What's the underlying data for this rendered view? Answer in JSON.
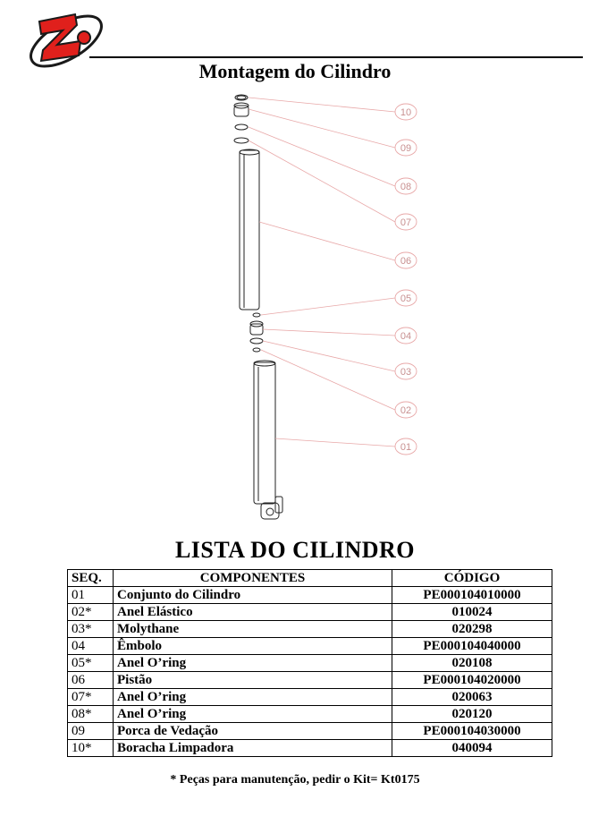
{
  "header": {
    "logo_icon": "brand-logo-icon",
    "title": "Montagem do Cilindro"
  },
  "callouts": [
    "10",
    "09",
    "08",
    "07",
    "06",
    "05",
    "04",
    "03",
    "02",
    "01"
  ],
  "list": {
    "title": "LISTA DO CILINDRO",
    "columns": {
      "seq": "SEQ.",
      "component": "COMPONENTES",
      "code": "CÓDIGO"
    },
    "rows": [
      {
        "seq": "01",
        "component": "Conjunto do Cilindro",
        "code": "PE000104010000"
      },
      {
        "seq": "02*",
        "component": "Anel Elástico",
        "code": "010024"
      },
      {
        "seq": "03*",
        "component": "Molythane",
        "code": "020298"
      },
      {
        "seq": "04",
        "component": "Êmbolo",
        "code": "PE000104040000"
      },
      {
        "seq": "05*",
        "component": "Anel O’ring",
        "code": "020108"
      },
      {
        "seq": "06",
        "component": "Pistão",
        "code": "PE000104020000"
      },
      {
        "seq": "07*",
        "component": "Anel O’ring",
        "code": "020063"
      },
      {
        "seq": "08*",
        "component": "Anel O’ring",
        "code": "020120"
      },
      {
        "seq": "09",
        "component": "Porca de Vedação",
        "code": "PE000104030000"
      },
      {
        "seq": "10*",
        "component": "Boracha Limpadora",
        "code": "040094"
      }
    ],
    "footnote": "* Peças para manutenção, pedir o Kit= Kt0175"
  },
  "colors": {
    "brand_red": "#e0201c",
    "brand_dark": "#1a1a1a",
    "callout_line": "#e8a8a8"
  }
}
